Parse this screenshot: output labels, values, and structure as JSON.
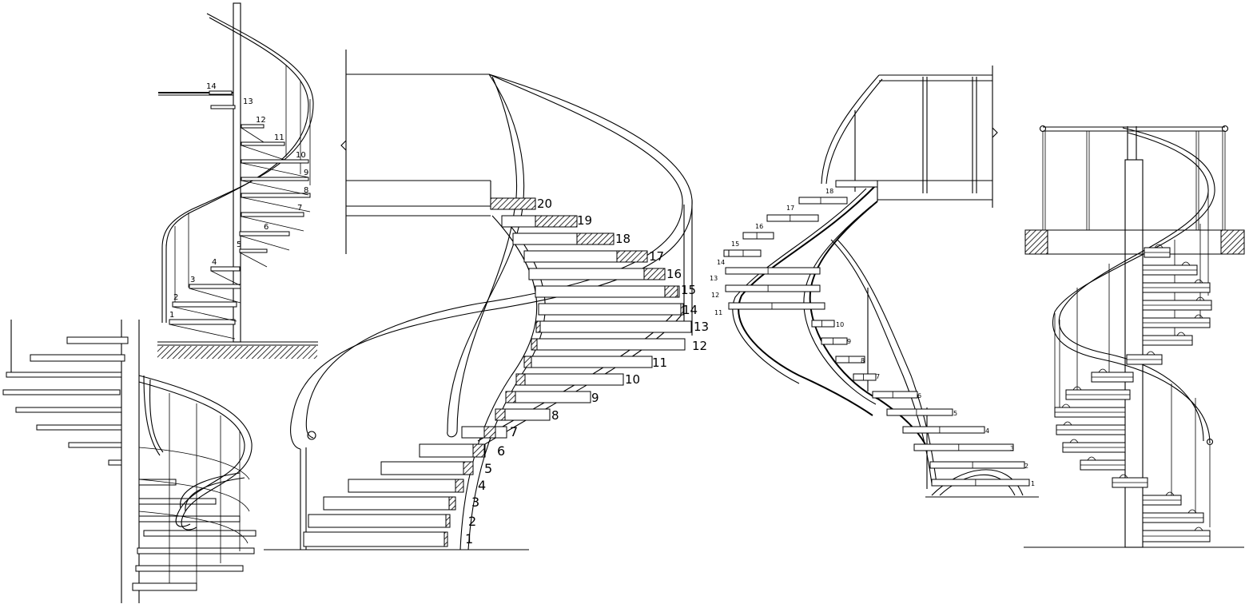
{
  "drawing_a": {
    "step_labels": [
      "1",
      "2",
      "3",
      "4",
      "5",
      "6",
      "7",
      "8",
      "9",
      "10",
      "11",
      "12",
      "13",
      "14"
    ]
  },
  "drawing_c": {
    "step_labels": [
      "1",
      "2",
      "3",
      "4",
      "5",
      "6",
      "7",
      "8",
      "9",
      "10",
      "11",
      "12",
      "13",
      "14",
      "15",
      "16",
      "17",
      "18",
      "19",
      "20"
    ]
  },
  "drawing_d": {
    "step_labels": [
      "1",
      "2",
      "3",
      "4",
      "5",
      "6",
      "7",
      "8",
      "9",
      "10",
      "11",
      "12",
      "13",
      "14",
      "15",
      "16",
      "17",
      "18"
    ]
  },
  "colors": {
    "line": "#000000",
    "background": "#ffffff"
  }
}
